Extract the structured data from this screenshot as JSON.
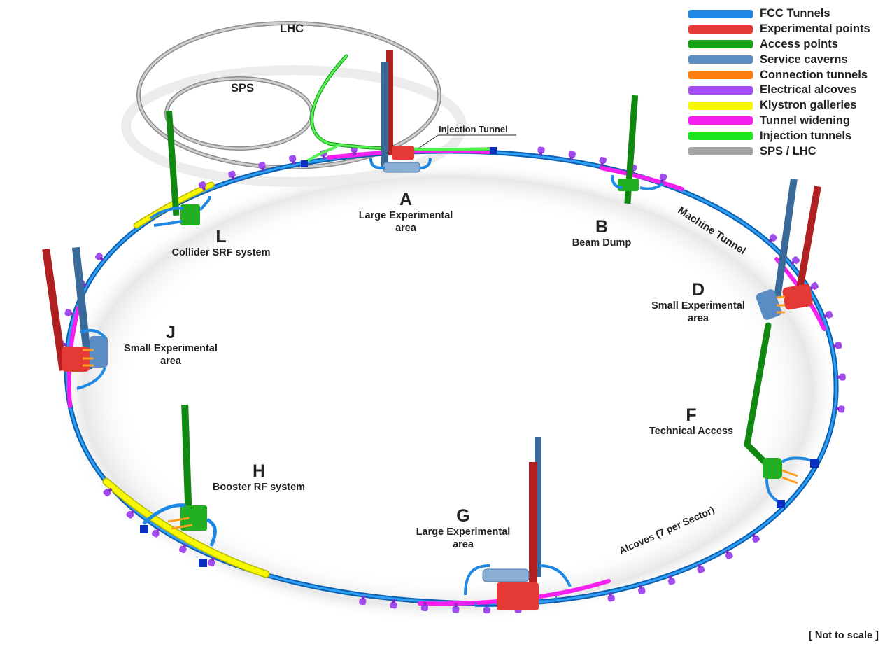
{
  "legend": [
    {
      "label": "FCC Tunnels",
      "color": "#1e88e5"
    },
    {
      "label": "Experimental points",
      "color": "#e53935"
    },
    {
      "label": "Access points",
      "color": "#16a316"
    },
    {
      "label": "Service caverns",
      "color": "#5b8cc4"
    },
    {
      "label": "Connection tunnels",
      "color": "#ff7f0e"
    },
    {
      "label": "Electrical alcoves",
      "color": "#a24bef"
    },
    {
      "label": "Klystron galleries",
      "color": "#f7f700"
    },
    {
      "label": "Tunnel widening",
      "color": "#f51ff0"
    },
    {
      "label": "Injection tunnels",
      "color": "#1ee61e"
    },
    {
      "label": "SPS / LHC",
      "color": "#a5a5a5"
    }
  ],
  "rings": {
    "lhc_label": "LHC",
    "sps_label": "SPS"
  },
  "annotations": {
    "injection_tunnel": "Injection Tunnel",
    "machine_tunnel": "Machine Tunnel",
    "alcoves": "Alcoves (7 per Sector)",
    "not_to_scale": "[ Not to scale ]"
  },
  "points": [
    {
      "letter": "A",
      "desc1": "Large Experimental",
      "desc2": "area",
      "type": "experimental"
    },
    {
      "letter": "B",
      "desc1": "Beam Dump",
      "desc2": "",
      "type": "access"
    },
    {
      "letter": "D",
      "desc1": "Small Experimental",
      "desc2": "area",
      "type": "experimental"
    },
    {
      "letter": "F",
      "desc1": "Technical Access",
      "desc2": "",
      "type": "access"
    },
    {
      "letter": "G",
      "desc1": "Large Experimental",
      "desc2": "area",
      "type": "experimental"
    },
    {
      "letter": "H",
      "desc1": "Booster RF system",
      "desc2": "",
      "type": "access"
    },
    {
      "letter": "J",
      "desc1": "Small Experimental",
      "desc2": "area",
      "type": "experimental"
    },
    {
      "letter": "L",
      "desc1": "Collider SRF system",
      "desc2": "",
      "type": "access"
    }
  ]
}
